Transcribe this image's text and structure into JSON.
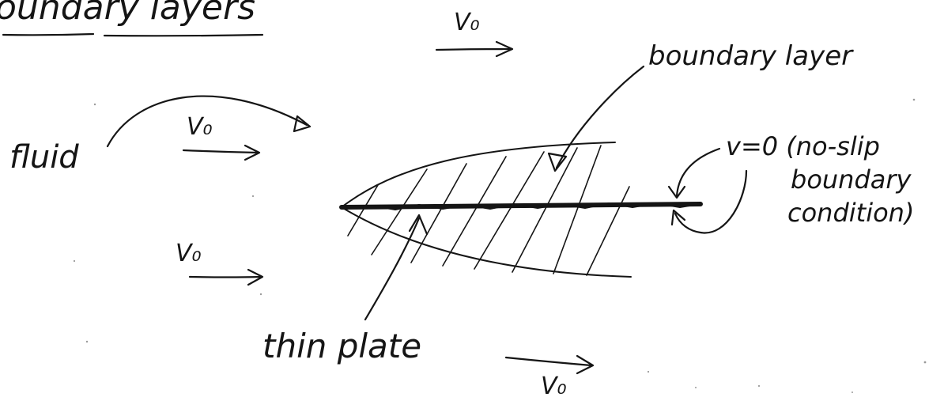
{
  "title": "oundary layers",
  "labels": {
    "fluid": "fluid",
    "boundary_layer": "boundary layer",
    "thin_plate": "thin plate",
    "no_slip": "v=0 (no-slip",
    "no_slip_line2": "boundary",
    "no_slip_line3": "condition)"
  },
  "velocity": {
    "top": "V₀",
    "fluid": "V₀",
    "left": "V₀",
    "bottom": "V₀"
  }
}
